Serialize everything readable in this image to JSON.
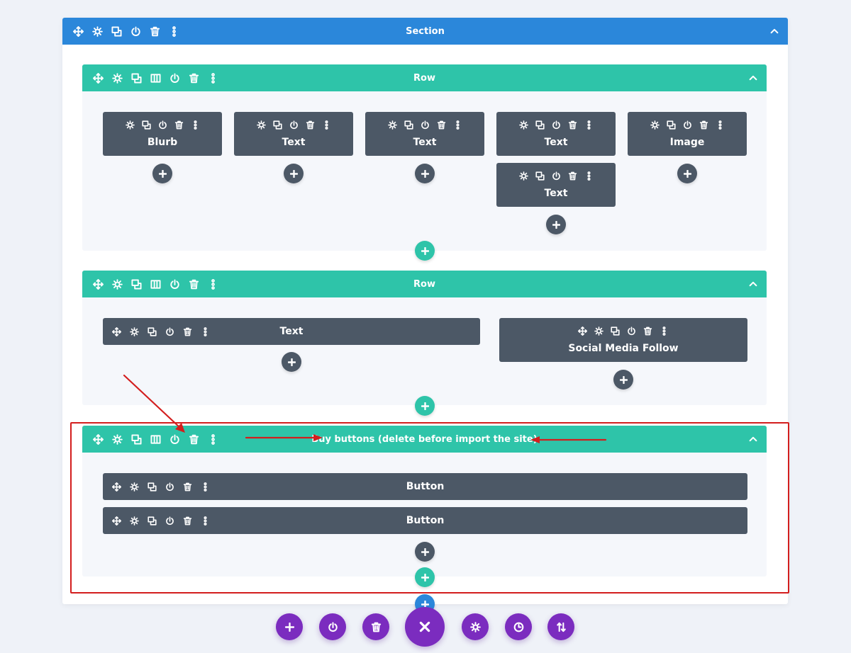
{
  "section": {
    "title": "Section"
  },
  "rows": [
    {
      "title": "Row",
      "modules": [
        "Blurb",
        "Text",
        "Text",
        "Text",
        "Text",
        "Image"
      ]
    },
    {
      "title": "Row",
      "modules": [
        "Text",
        "Social Media Follow"
      ]
    },
    {
      "title": "Buy buttons (delete before import the site)",
      "modules": [
        "Button",
        "Button"
      ]
    }
  ],
  "colors": {
    "section_bar": "#2b87da",
    "row_bar": "#2ec4a9",
    "module": "#4c5866",
    "fab": "#7b2cbf",
    "annotation": "#d31e1e"
  },
  "icons": {
    "toolbar": [
      "move-icon",
      "gear-icon",
      "duplicate-icon",
      "columns-icon",
      "power-icon",
      "trash-icon",
      "more-icon"
    ],
    "collapse": "chevron-up-icon",
    "add": "plus-icon",
    "bottom_bar": [
      "plus-icon",
      "power-icon",
      "trash-icon",
      "close-icon",
      "gear-icon",
      "history-icon",
      "sort-icon"
    ]
  }
}
